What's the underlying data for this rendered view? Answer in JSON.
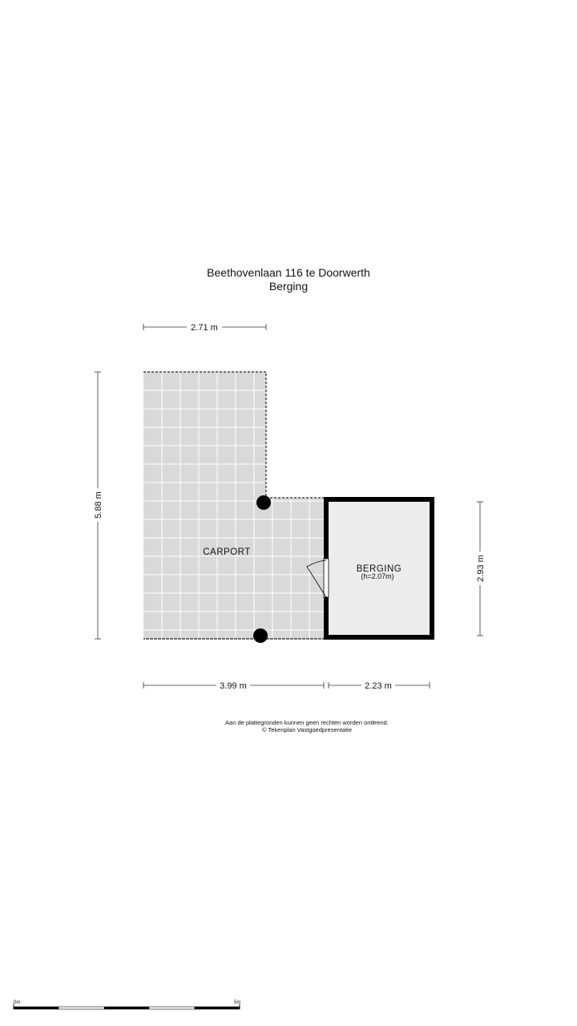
{
  "title": {
    "address": "Beethovenlaan 116 te Doorwerth",
    "floor": "Berging"
  },
  "rooms": {
    "carport": {
      "label": "CARPORT"
    },
    "berging": {
      "label": "BERGING",
      "height": "(h=2.07m)"
    }
  },
  "dimensions": {
    "top_width": "2.71 m",
    "left_height": "5.88 m",
    "right_height": "2.93 m",
    "bottom_left": "3.99 m",
    "bottom_right": "2.23 m"
  },
  "footer": {
    "disclaimer": "Aan de plattegronden kunnen geen rechten worden ontleend.",
    "copyright": "© Tekenplan Vastgoedpresentatie"
  },
  "scale_bar": {
    "start_label": "0m",
    "end_label": "5m"
  },
  "colors": {
    "floor_fill": "#d9d9d9",
    "berging_fill": "#ececec",
    "grid_line": "#ffffff",
    "wall": "#000000"
  }
}
